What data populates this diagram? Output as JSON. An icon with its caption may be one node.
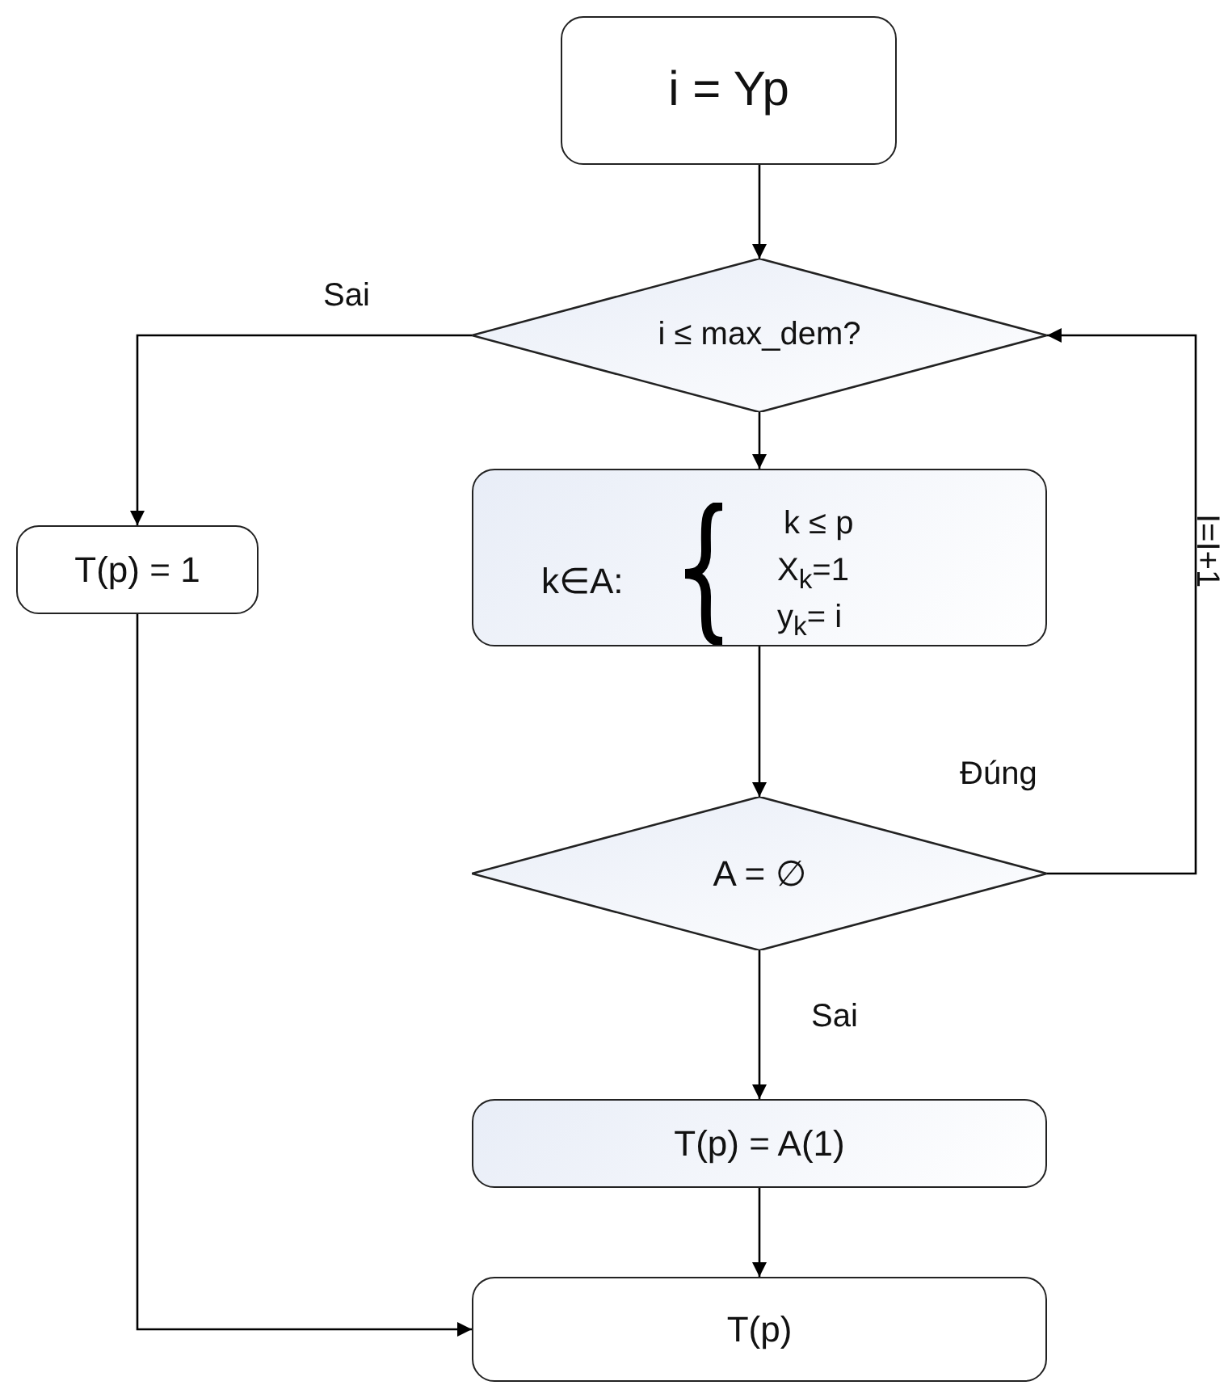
{
  "diagram": {
    "nodes": [
      {
        "text": [
          "i = Yp"
        ]
      },
      {
        "text": [
          "i ≤ max_dem?"
        ]
      },
      {
        "text": [
          "T(p) = 1"
        ]
      },
      {
        "text": [
          "k∈A:",
          "k ≤ p",
          "X$_{k}$=1",
          "y$_{k}$= i"
        ]
      },
      {
        "text": [
          "A = ∅"
        ]
      },
      {
        "text": [
          "T(p) = A(1)"
        ]
      },
      {
        "text": [
          "T(p)"
        ]
      }
    ],
    "edges": [
      {
        "from": 0,
        "to": 1,
        "arrow": "to"
      },
      {
        "from": 1,
        "to": 2,
        "arrow": "to",
        "label": "Sai"
      },
      {
        "from": 1,
        "to": 3,
        "arrow": "to"
      },
      {
        "from": 3,
        "to": 4,
        "arrow": "to"
      },
      {
        "from": 4,
        "to": 1,
        "arrow": "to",
        "label": "Đúng"
      },
      {
        "from": 4,
        "to": 5,
        "arrow": "to",
        "label": "Sai"
      },
      {
        "from": 5,
        "to": 6,
        "arrow": "to"
      },
      {
        "from": 2,
        "to": 6,
        "arrow": "to"
      }
    ],
    "labels": [
      "I=I+1"
    ]
  }
}
